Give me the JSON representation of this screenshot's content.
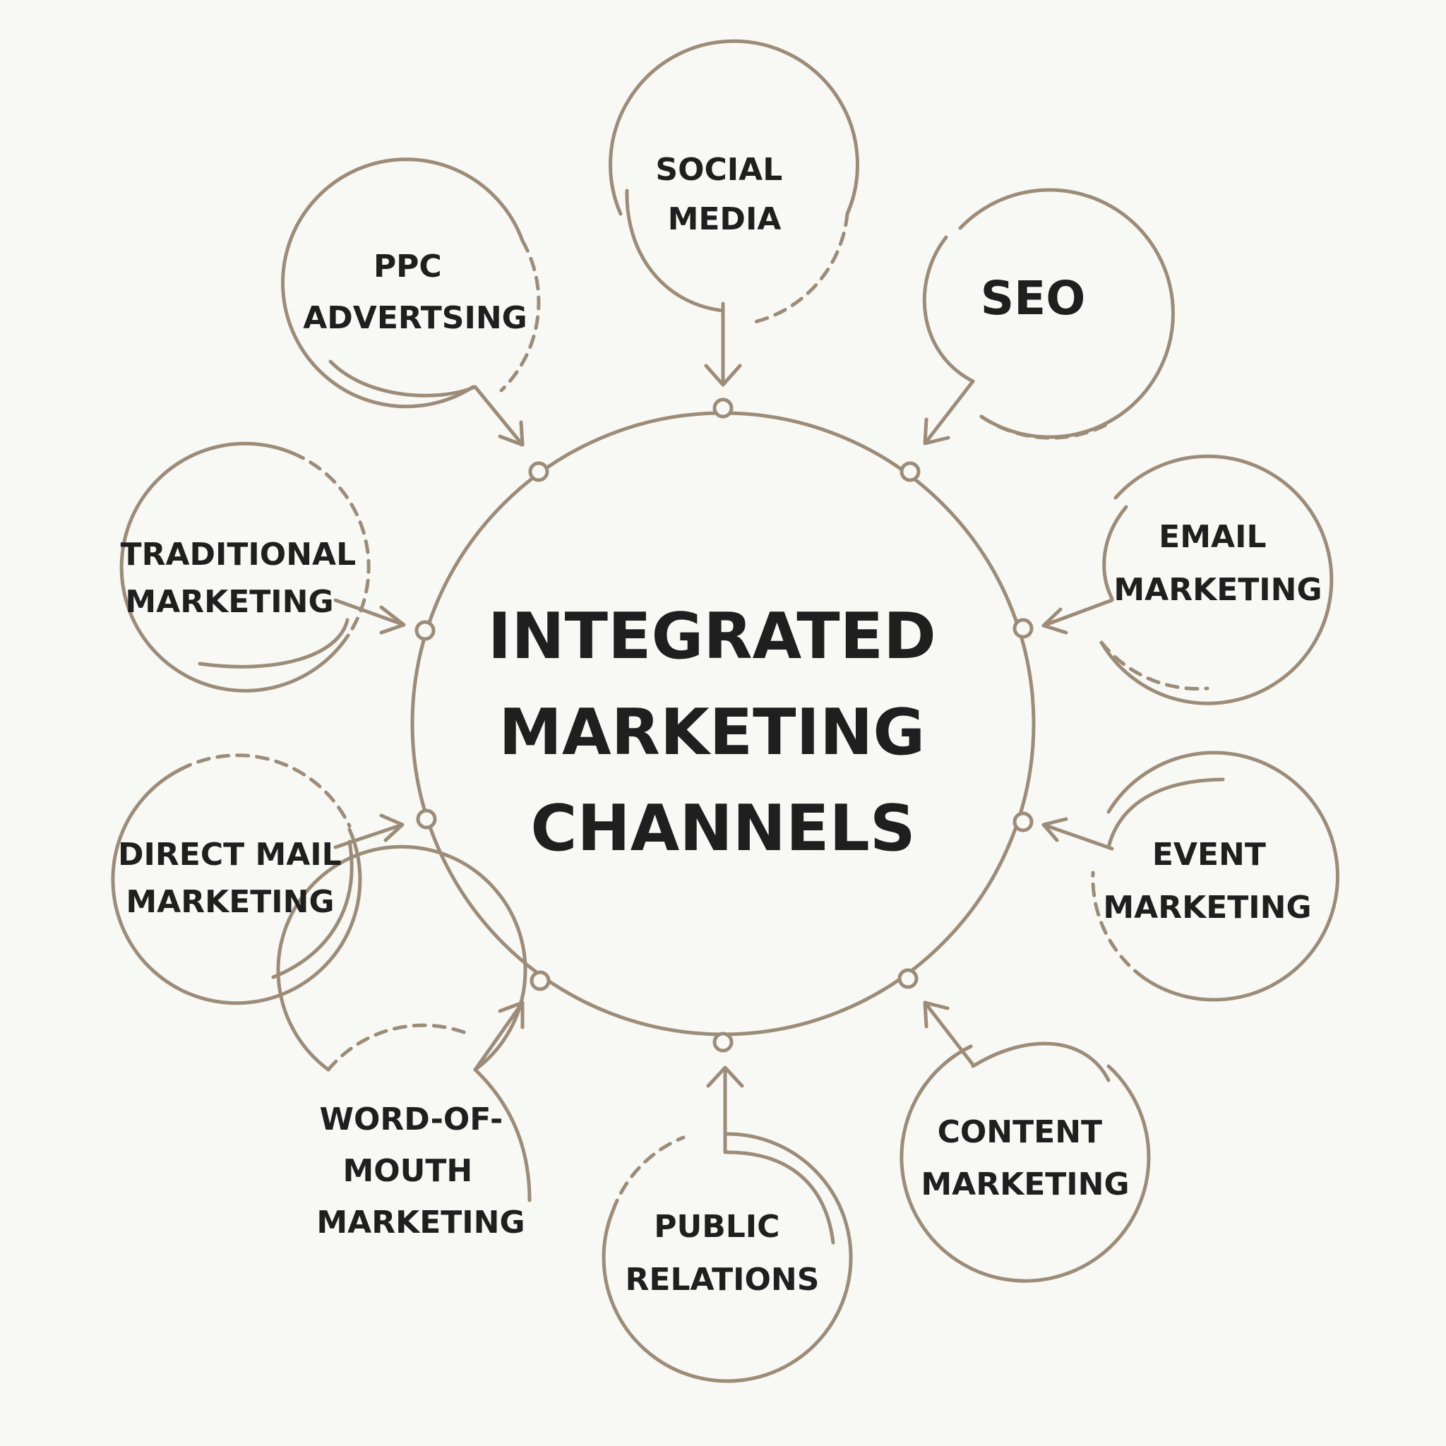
{
  "hub": {
    "lines": [
      "INTEGRATED",
      "MARKETING",
      "CHANNELS"
    ]
  },
  "channels": [
    {
      "id": "social-media",
      "lines": [
        "SOCIAL",
        "MEDIA"
      ]
    },
    {
      "id": "seo",
      "lines": [
        "SEO"
      ]
    },
    {
      "id": "email-marketing",
      "lines": [
        "EMAIL",
        "MARKETING"
      ]
    },
    {
      "id": "event-marketing",
      "lines": [
        "EVENT",
        "MARKETING"
      ]
    },
    {
      "id": "content-marketing",
      "lines": [
        "CONTENT",
        "MARKETING"
      ]
    },
    {
      "id": "public-relations",
      "lines": [
        "PUBLIC",
        "RELATIONS"
      ]
    },
    {
      "id": "word-of-mouth-marketing",
      "lines": [
        "WORD-OF-",
        "MOUTH",
        "MARKETING"
      ]
    },
    {
      "id": "direct-mail-marketing",
      "lines": [
        "DIRECT MAIL",
        "MARKETING"
      ]
    },
    {
      "id": "traditional-marketing",
      "lines": [
        "TRADITIONAL",
        "MARKETING"
      ]
    },
    {
      "id": "ppc-advertising",
      "lines": [
        "PPC",
        "ADVERTSING"
      ]
    }
  ],
  "colors": {
    "stroke": "#9c8c78",
    "text": "#1f1f1f",
    "background": "#f8f8f5"
  }
}
